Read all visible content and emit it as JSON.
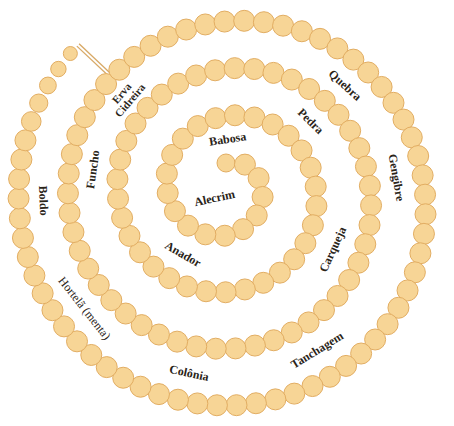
{
  "diagram": {
    "labels": [
      "Quebra",
      "Pedra",
      "Babosa",
      "Erva Cidreira",
      "Gengibre",
      "Funcho",
      "Alecrim",
      "Boldo",
      "Anador",
      "Carqueja",
      "Hortelã (menta)",
      "Tanchagem",
      "Colônia"
    ]
  }
}
